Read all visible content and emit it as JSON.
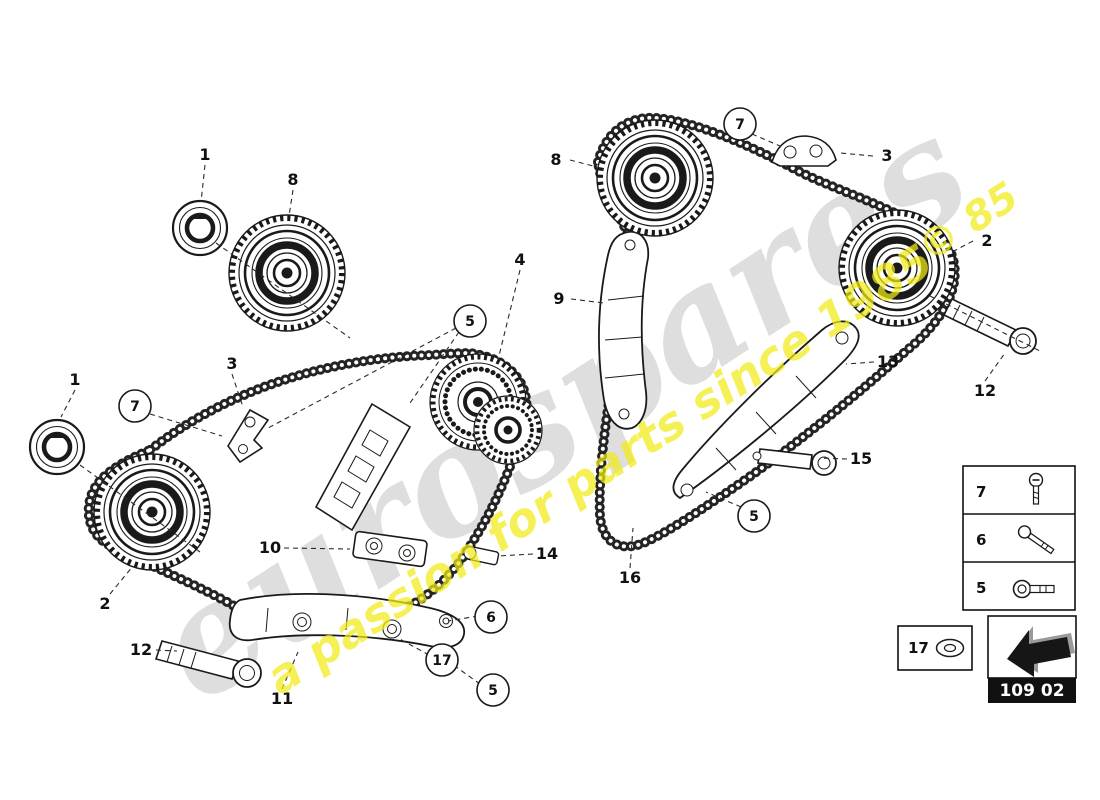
{
  "diagram": {
    "code": "109 02",
    "watermarks": {
      "brand": "eurospares",
      "tagline": "a passion for parts since 1985",
      "fragment": "© 85"
    },
    "labels": {
      "p1_topleft": "1",
      "p8_topleft": "8",
      "p1_left": "1",
      "p3_left": "3",
      "p2_left": "2",
      "p12_left": "12",
      "p8_top": "8",
      "p3_top": "3",
      "p2_right": "2",
      "p12_right": "12",
      "p13": "13",
      "p15": "15",
      "p16": "16",
      "p4": "4",
      "p9": "9",
      "p10": "10",
      "p14": "14",
      "p11": "11"
    },
    "callouts": {
      "c7_left": "7",
      "c5_center": "5",
      "c7_top": "7",
      "c5_right": "5",
      "c6": "6",
      "c17": "17",
      "c5_bottom": "5"
    },
    "legend": {
      "rows": [
        {
          "num": "7",
          "icon": "screw-icon"
        },
        {
          "num": "6",
          "icon": "bolt-icon"
        },
        {
          "num": "5",
          "icon": "shoulder-bolt-icon"
        }
      ],
      "washer": {
        "num": "17",
        "icon": "washer-icon"
      }
    },
    "colors": {
      "line": "#1a1a1a",
      "watermark_gray": "#dedede",
      "watermark_yellow": "#f1eb15",
      "code_bg": "#111111",
      "code_text": "#ffffff"
    }
  }
}
